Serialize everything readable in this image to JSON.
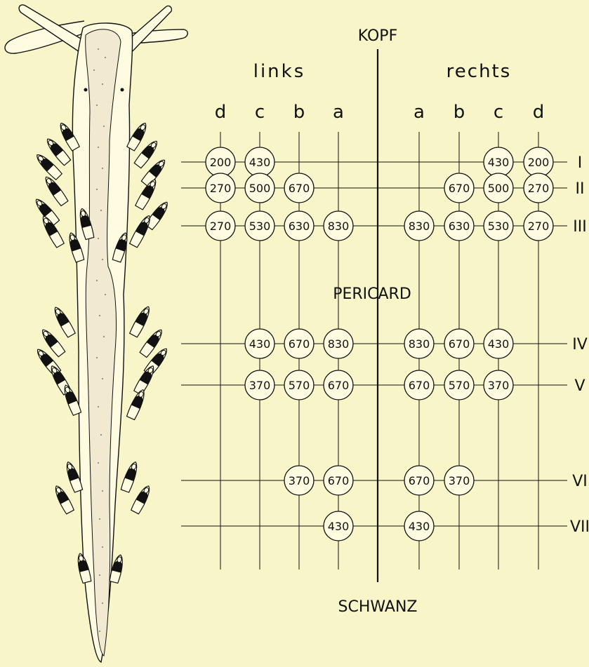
{
  "labels": {
    "top": "KOPF",
    "left_side": "links",
    "right_side": "rechts",
    "middle": "PERICARD",
    "bottom": "SCHWANZ"
  },
  "columns": {
    "left": [
      "d",
      "c",
      "b",
      "a"
    ],
    "right": [
      "a",
      "b",
      "c",
      "d"
    ]
  },
  "rows": [
    {
      "label": "I",
      "left": [
        200,
        430,
        null,
        null
      ],
      "right": [
        null,
        null,
        430,
        200
      ]
    },
    {
      "label": "II",
      "left": [
        270,
        500,
        670,
        null
      ],
      "right": [
        null,
        670,
        500,
        270
      ]
    },
    {
      "label": "III",
      "left": [
        270,
        530,
        630,
        830
      ],
      "right": [
        830,
        630,
        530,
        270
      ]
    },
    {
      "label": "IV",
      "left": [
        null,
        430,
        670,
        830
      ],
      "right": [
        830,
        670,
        430,
        null
      ]
    },
    {
      "label": "V",
      "left": [
        null,
        370,
        570,
        670
      ],
      "right": [
        670,
        570,
        370,
        null
      ]
    },
    {
      "label": "VI",
      "left": [
        null,
        null,
        370,
        670
      ],
      "right": [
        670,
        370,
        null,
        null
      ]
    },
    {
      "label": "VII",
      "left": [
        null,
        null,
        null,
        430
      ],
      "right": [
        430,
        null,
        null,
        null
      ]
    }
  ],
  "colors": {
    "background": "#f8f5c8",
    "ink": "#111111",
    "paper": "#fffbe0"
  }
}
